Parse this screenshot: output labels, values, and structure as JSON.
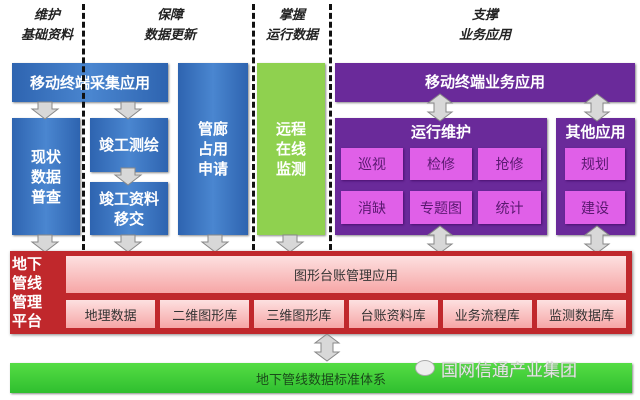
{
  "headers": [
    {
      "line1": "维护",
      "line2": "基础资料"
    },
    {
      "line1": "保障",
      "line2": "数据更新"
    },
    {
      "line1": "掌握",
      "line2": "运行数据"
    },
    {
      "line1": "支撑",
      "line2": "业务应用"
    }
  ],
  "collect": {
    "mobile": "移动终端采集应用",
    "survey": "现状\n数据\n普查",
    "completion_survey": "竣工测绘",
    "completion_transfer": "竣工资料\n移交",
    "gallery": "管廊\n占用\n申请"
  },
  "monitor": {
    "label": "远程\n在线\n监测"
  },
  "business": {
    "mobile": "移动终端业务应用",
    "ops_title": "运行维护",
    "ops_items": [
      "巡视",
      "检修",
      "抢修",
      "消缺",
      "专题图",
      "统计"
    ],
    "other_title": "其他应用",
    "other_items": [
      "规划",
      "建设"
    ]
  },
  "platform": {
    "label": "地下\n管线\n管理\n平台",
    "app": "图形台账管理应用",
    "dbs": [
      "地理数据",
      "二维图形库",
      "三维图形库",
      "台账资料库",
      "业务流程库",
      "监测数据库"
    ]
  },
  "standard": "地下管线数据标准体系",
  "watermark": "国网信通产业集团",
  "colors": {
    "blue": "#3a72c0",
    "green": "#8fd14f",
    "purple": "#6a2a9a",
    "pink": "#e060e8",
    "red": "#c0282c",
    "base_green": "#33cc33"
  }
}
